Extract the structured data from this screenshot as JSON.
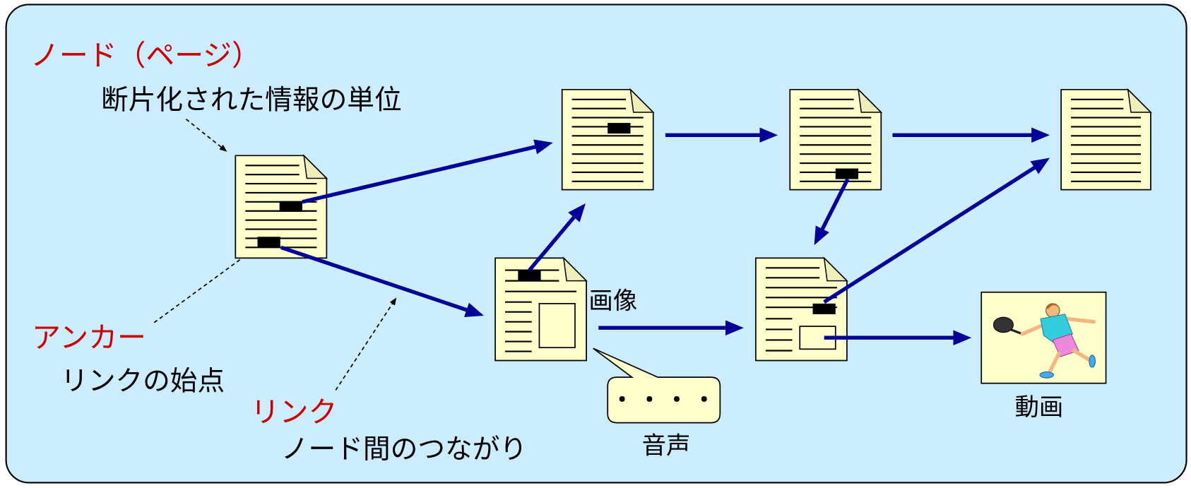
{
  "labels": {
    "node_title": "ノード（ページ）",
    "node_description": "断片化された情報の単位",
    "anchor_title": "アンカー",
    "anchor_description": "リンクの始点",
    "link_title": "リンク",
    "link_description": "ノード間のつながり",
    "image_label": "画像",
    "audio_label": "音声",
    "video_label": "動画",
    "audio_bubble_text": "・・・・"
  },
  "colors": {
    "background": "#ccecff",
    "heading_red": "#cc0000",
    "link_arrow": "#000099",
    "page_fill": "#ffffcc",
    "outline": "#000000"
  },
  "icons": {
    "page": "document-icon",
    "anchor": "anchor-block-icon",
    "audio": "speech-bubble-icon",
    "video": "tennis-player-icon"
  }
}
